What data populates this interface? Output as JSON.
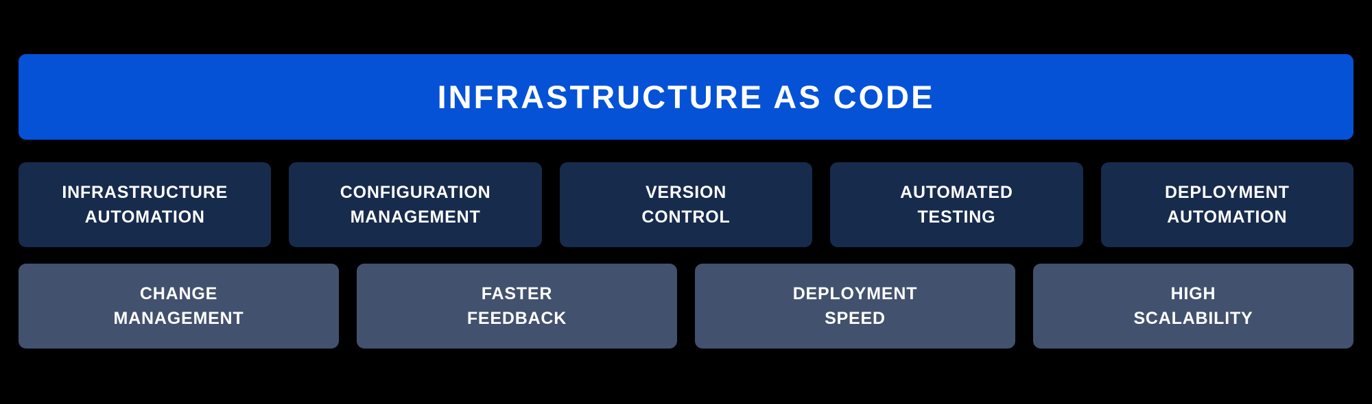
{
  "banner": {
    "label": "INFRASTRUCTURE AS CODE"
  },
  "practices": [
    {
      "line1": "INFRASTRUCTURE",
      "line2": "AUTOMATION"
    },
    {
      "line1": "CONFIGURATION",
      "line2": "MANAGEMENT"
    },
    {
      "line1": "VERSION",
      "line2": "CONTROL"
    },
    {
      "line1": "AUTOMATED",
      "line2": "TESTING"
    },
    {
      "line1": "DEPLOYMENT",
      "line2": "AUTOMATION"
    }
  ],
  "benefits": [
    {
      "line1": "CHANGE",
      "line2": "MANAGEMENT"
    },
    {
      "line1": "FASTER",
      "line2": "FEEDBACK"
    },
    {
      "line1": "DEPLOYMENT",
      "line2": "SPEED"
    },
    {
      "line1": "HIGH",
      "line2": "SCALABILITY"
    }
  ],
  "colors": {
    "background": "#000000",
    "banner": "#0552D6",
    "practice_box": "#172B4D",
    "benefit_box": "#42526E",
    "text": "#FFFFFF"
  }
}
